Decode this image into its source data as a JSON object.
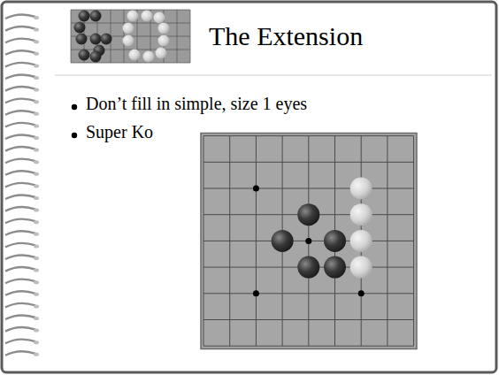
{
  "diagram": {
    "title": "The Extension",
    "labels": [
      "Don’t fill in simple, size 1 eyes",
      "Super Ko"
    ]
  }
}
